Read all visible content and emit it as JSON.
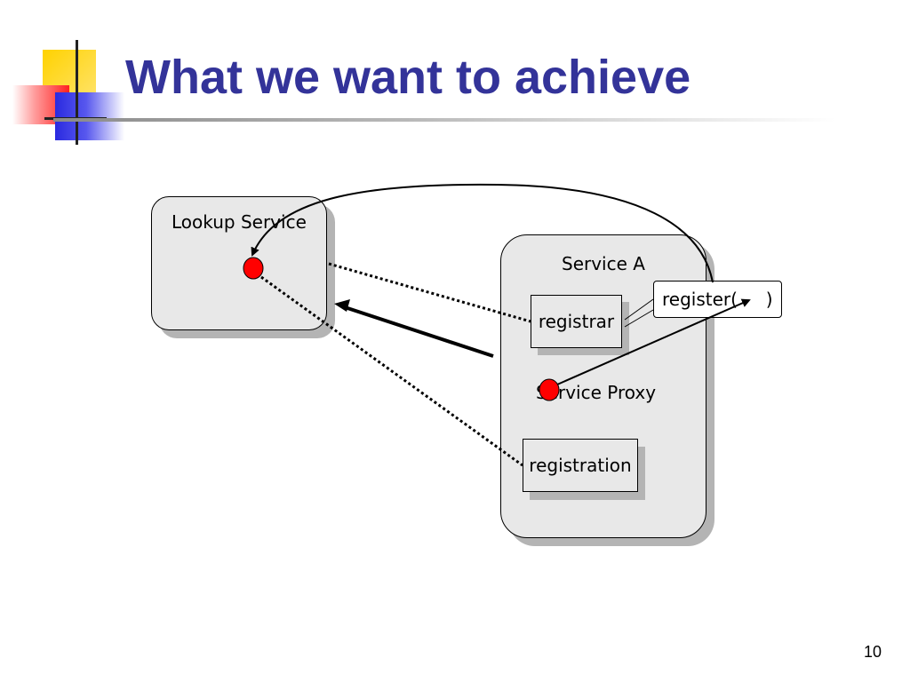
{
  "slide": {
    "title": "What we want to achieve",
    "page_number": "10"
  },
  "diagram": {
    "lookup_service": {
      "label": "Lookup Service"
    },
    "service_a": {
      "label": "Service A",
      "registrar": "registrar",
      "service_proxy": "Service Proxy",
      "registration": "registration"
    },
    "callout": {
      "text": "register(     )"
    }
  },
  "colors": {
    "title": "#333399",
    "box_fill": "#e8e8e8",
    "shadow": "#b4b4b4",
    "node": "#ff0000"
  }
}
